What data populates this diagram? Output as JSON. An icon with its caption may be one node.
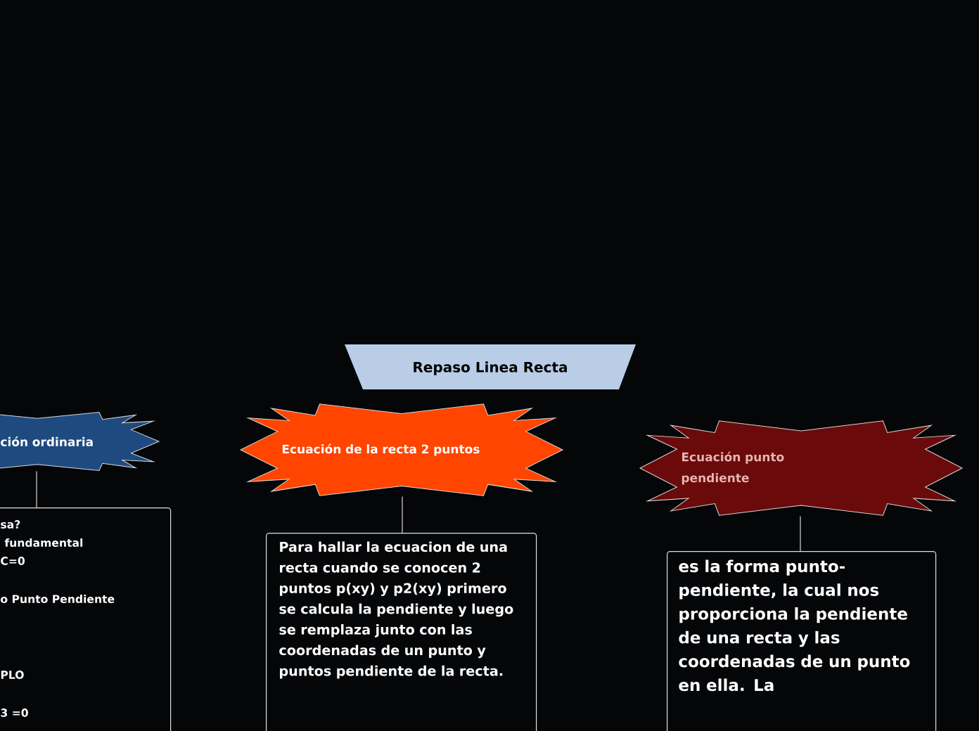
{
  "diagram": {
    "title": "Repaso Linea Recta",
    "nodes": [
      {
        "text": [
          "ción ordinaria"
        ]
      },
      {
        "text": [
          "sa?",
          "fundamental",
          "C=0",
          "o Punto Pendiente",
          "PLO",
          "3 =0"
        ]
      },
      {
        "text": [
          "Ecuación de la recta 2 puntos"
        ]
      },
      {
        "text": [
          "Para hallar la ecuacion de una recta cuando se conocen 2 puntos p(xy) y p2(xy) primero se calcula la pendiente y luego se remplaza junto con las coordenadas de un punto y puntos pendiente de la recta."
        ]
      },
      {
        "text": [
          "Ecuación punto pendiente"
        ]
      },
      {
        "text": [
          "es la forma punto-pendiente, la cual nos proporciona la pendiente de una recta y las coordenadas de un punto en ella. La"
        ]
      }
    ],
    "edges": [
      {
        "from": 0,
        "to": 1,
        "arrow": "none"
      },
      {
        "from": 2,
        "to": 3,
        "arrow": "none"
      },
      {
        "from": 4,
        "to": 5,
        "arrow": "none"
      }
    ]
  }
}
